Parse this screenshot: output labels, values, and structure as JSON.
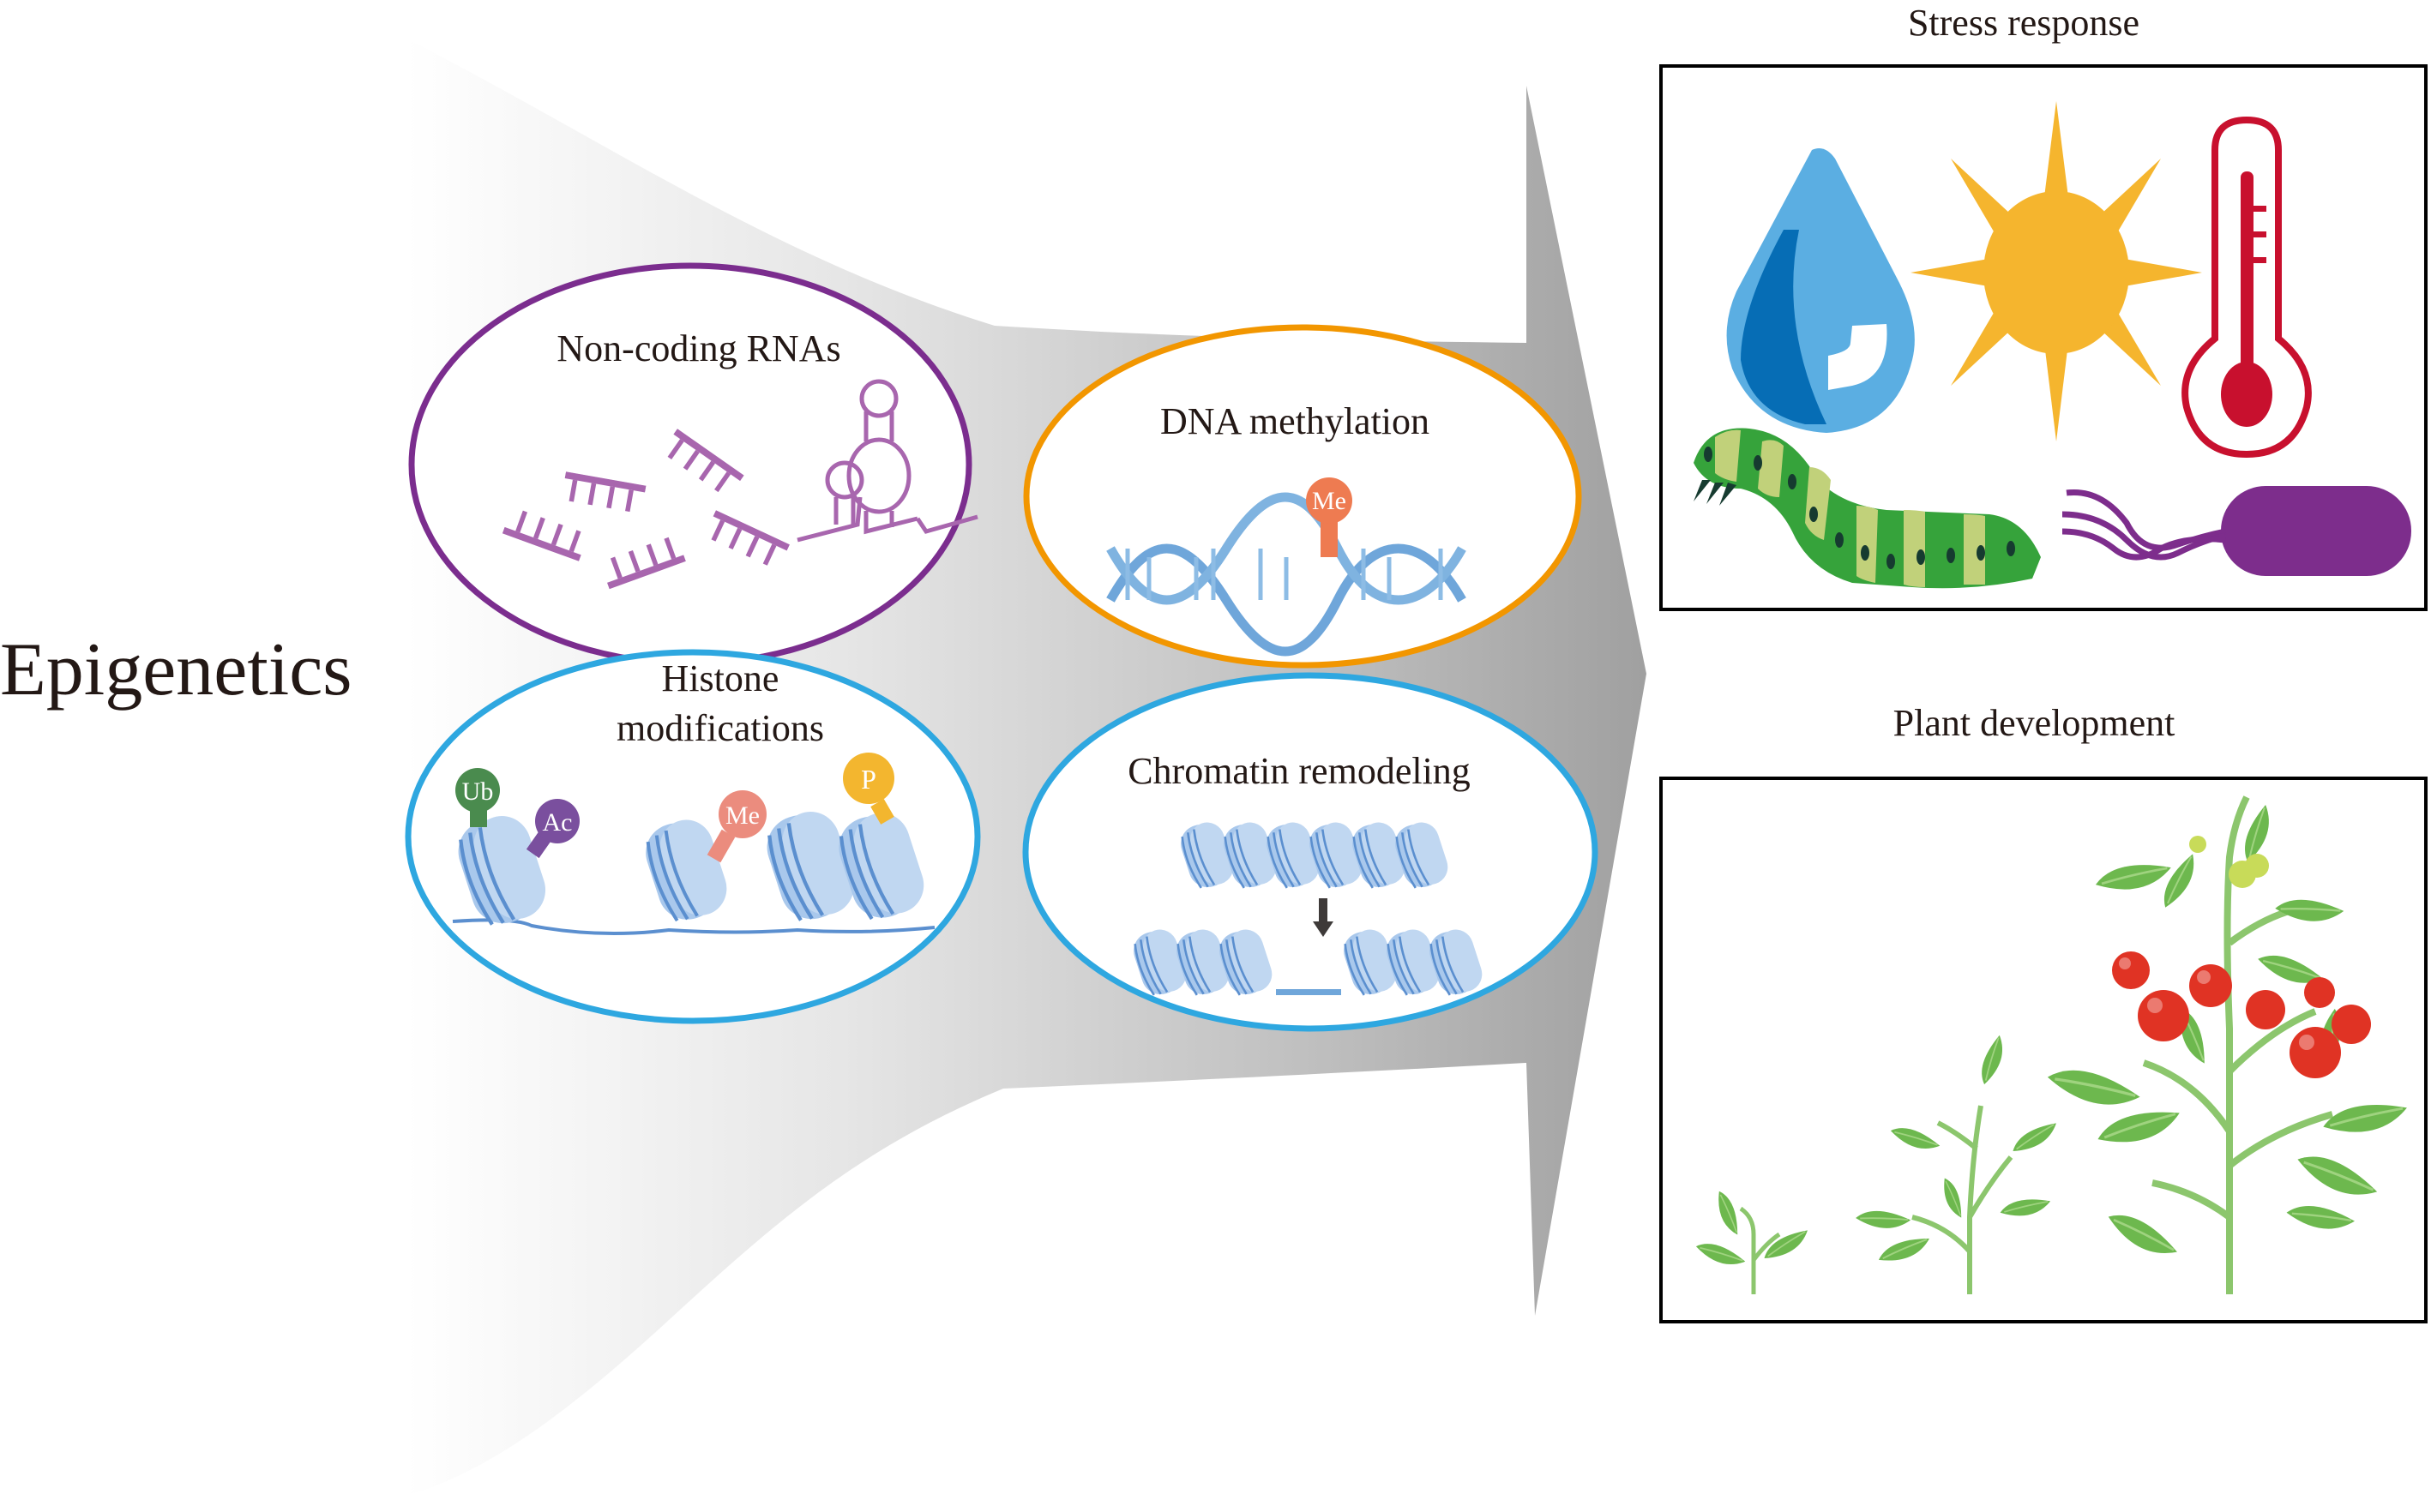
{
  "figure": {
    "main_label": "Epigenetics",
    "mechanisms": [
      {
        "id": "ncrna",
        "title": "Non-coding RNAs",
        "border_color": "#7B2D8E"
      },
      {
        "id": "dnamethyl",
        "title": "DNA methylation",
        "border_color": "#F29600",
        "mark": "Me"
      },
      {
        "id": "histone",
        "title_line1": "Histone",
        "title_line2": "modifications",
        "border_color": "#2EA7E0",
        "marks": [
          {
            "label": "Ub",
            "color": "#4A8B4E"
          },
          {
            "label": "Ac",
            "color": "#7A4F9E"
          },
          {
            "label": "Me",
            "color": "#EB8C7E"
          },
          {
            "label": "P",
            "color": "#F3B62F"
          }
        ]
      },
      {
        "id": "chromatin",
        "title": "Chromatin remodeling",
        "border_color": "#2EA7E0"
      }
    ],
    "outcomes": [
      {
        "id": "stress",
        "title": "Stress response",
        "icons": [
          "water-drop (drought)",
          "sun (light/heat)",
          "thermometer (temperature)",
          "caterpillar (insect)",
          "bacterium (pathogen)"
        ]
      },
      {
        "id": "development",
        "title": "Plant development",
        "icons": [
          "seedling",
          "young plant",
          "fruiting tomato plant"
        ]
      }
    ],
    "colors": {
      "dna": "#6FA6DA",
      "nucleosome": "#A9C8EC",
      "methyl_dna": "#EE7B51",
      "arrow_gray": "#A0A0A0",
      "drop_light": "#5BAEE2",
      "drop_dark": "#066DB5",
      "sun": "#F5B52E",
      "thermometer": "#C8102E",
      "caterpillar_dark": "#36A33B",
      "caterpillar_light": "#C1D17A",
      "bacterium": "#7D2D8C",
      "tomato": "#E03324",
      "leaf": "#6DB84E"
    }
  }
}
